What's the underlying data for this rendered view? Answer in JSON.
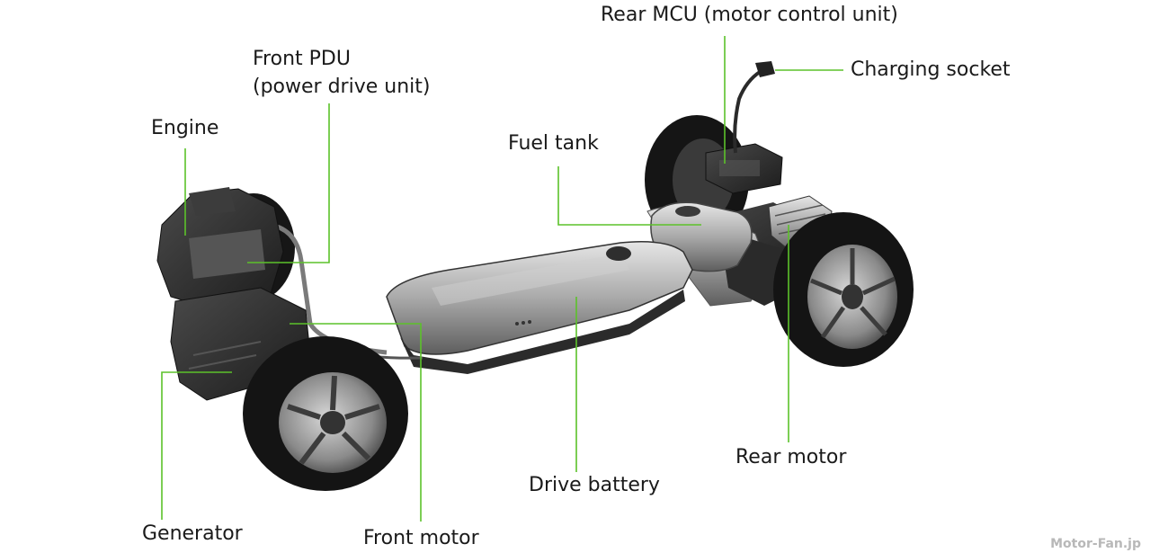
{
  "labels": {
    "rear_mcu": "Rear MCU (motor control unit)",
    "charging_socket": "Charging socket",
    "front_pdu_line1": "Front PDU",
    "front_pdu_line2": "(power drive unit)",
    "engine": "Engine",
    "fuel_tank": "Fuel tank",
    "rear_motor": "Rear motor",
    "drive_battery": "Drive battery",
    "generator": "Generator",
    "front_motor": "Front motor"
  },
  "watermark": "Motor-Fan.jp",
  "colors": {
    "leader_line": "#5cc22a",
    "text": "#1a1a1a",
    "tire": "#161616",
    "rim": "#9a9a9a",
    "metal": "#b9b9b9",
    "dark_component": "#2e2e2e"
  }
}
